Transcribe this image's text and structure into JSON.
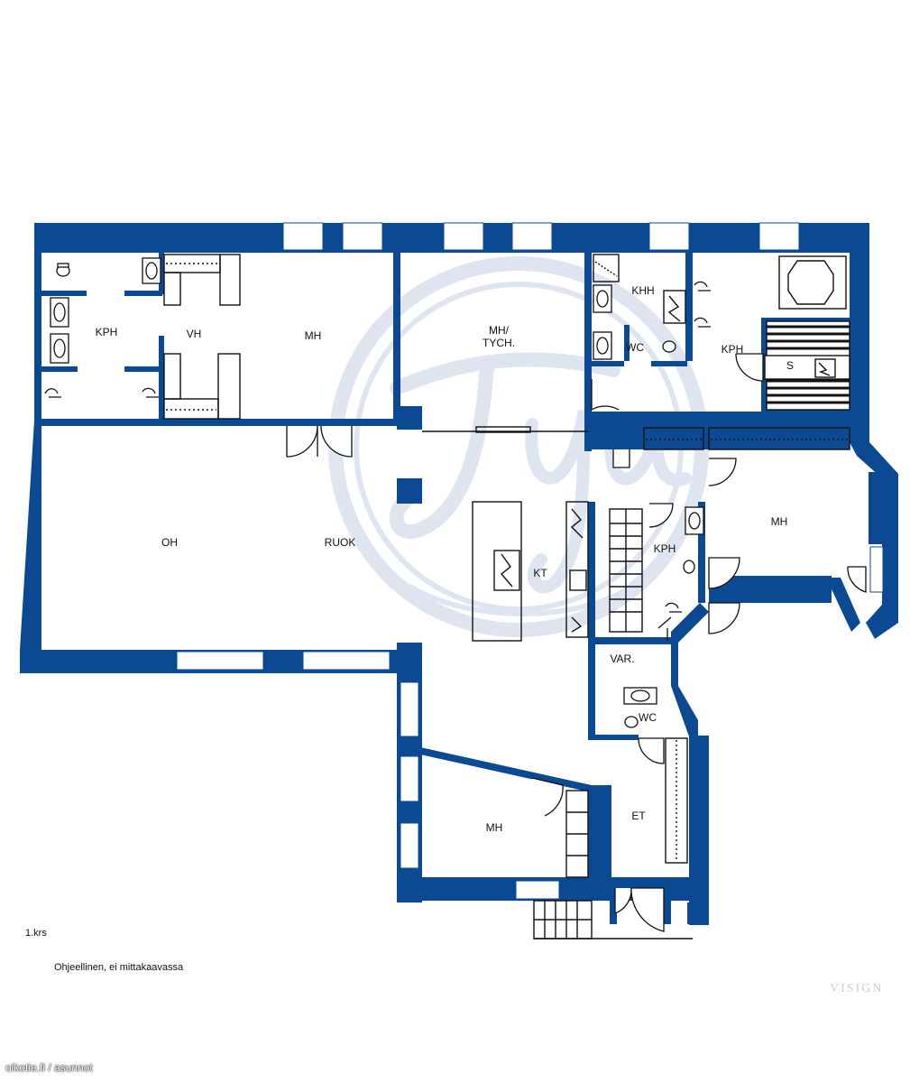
{
  "colors": {
    "wall": "#0b4a93",
    "watermark": "#dbe3ef",
    "line": "#111111"
  },
  "rooms": {
    "kph_left": "KPH",
    "vh": "VH",
    "mh_top": "MH",
    "mh_tych_1": "MH/",
    "mh_tych_2": "TYCH.",
    "khh": "KHH",
    "wc_top": "WC",
    "kph_right": "KPH",
    "sauna": "S",
    "oh": "OH",
    "ruok": "RUOK",
    "kt": "KT",
    "kph_mid": "KPH",
    "mh_right": "MH",
    "var": "VAR.",
    "wc_bottom": "WC",
    "mh_bottom": "MH",
    "et": "ET"
  },
  "notes": {
    "floor": "1.krs",
    "disclaimer": "Ohjeellinen, ei mittakaavassa"
  },
  "brand": "VISIGN",
  "credit": "oikotie.fi / asunnot",
  "icons": [
    "watermark-logo-icon",
    "toilet-icon",
    "sink-icon",
    "shower-icon",
    "stove-icon",
    "stairs-icon",
    "door-swing-icon",
    "sauna-stove-icon"
  ]
}
